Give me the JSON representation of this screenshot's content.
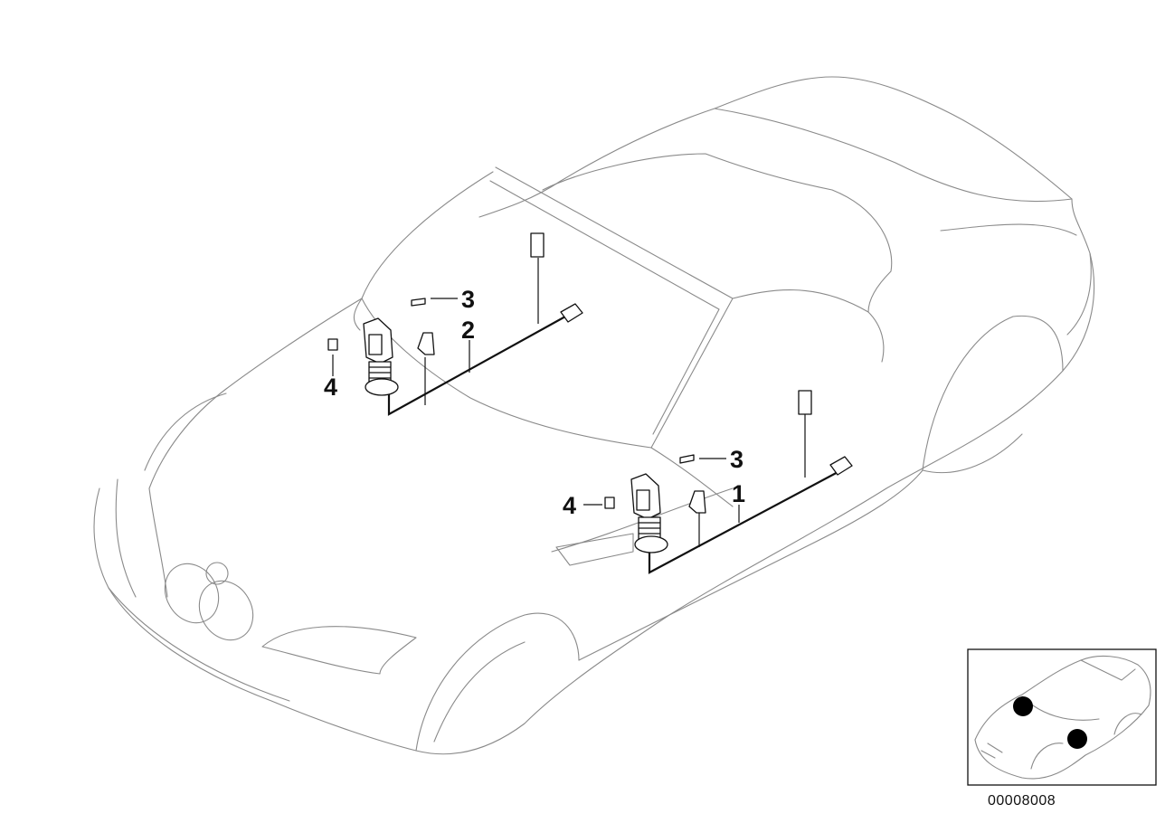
{
  "diagram": {
    "callouts": [
      {
        "id": "1",
        "label": "1"
      },
      {
        "id": "2",
        "label": "2"
      },
      {
        "id": "3a",
        "label": "3"
      },
      {
        "id": "3b",
        "label": "3"
      },
      {
        "id": "4a",
        "label": "4"
      },
      {
        "id": "4b",
        "label": "4"
      }
    ],
    "diagram_number": "00008008"
  }
}
